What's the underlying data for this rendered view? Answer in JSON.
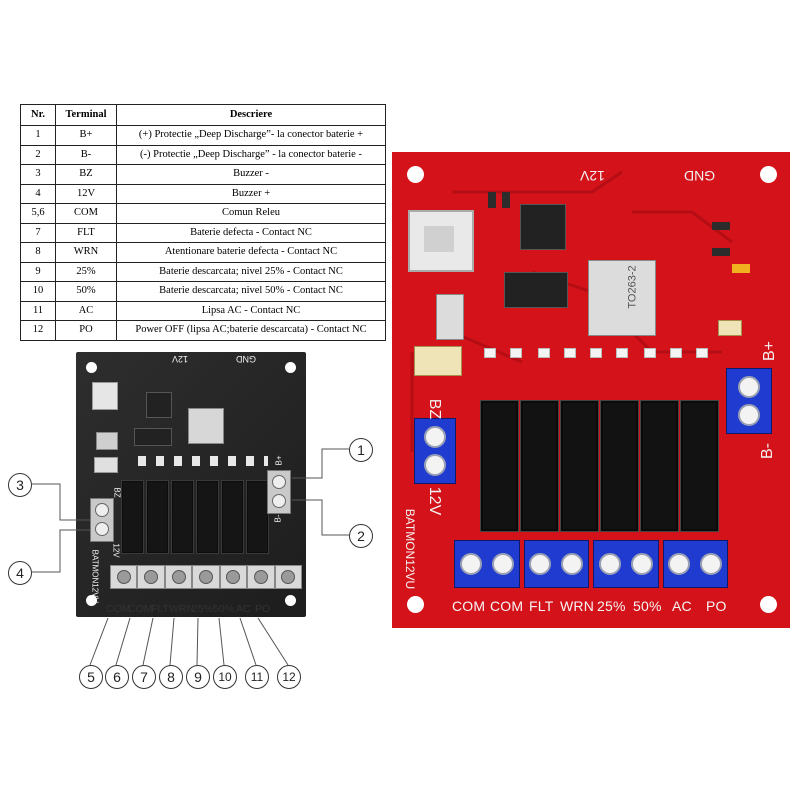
{
  "table": {
    "headers": [
      "Nr.",
      "Terminal",
      "Descriere"
    ],
    "rows": [
      {
        "nr": "1",
        "terminal": "B+",
        "desc": "(+) Protectie „Deep Discharge”- la conector baterie +"
      },
      {
        "nr": "2",
        "terminal": "B-",
        "desc": "(-) Protectie „Deep Discharge” - la conector baterie -"
      },
      {
        "nr": "3",
        "terminal": "BZ",
        "desc": "Buzzer -"
      },
      {
        "nr": "4",
        "terminal": "12V",
        "desc": "Buzzer +"
      },
      {
        "nr": "5,6",
        "terminal": "COM",
        "desc": "Comun Releu"
      },
      {
        "nr": "7",
        "terminal": "FLT",
        "desc": "Baterie defecta - Contact NC"
      },
      {
        "nr": "8",
        "terminal": "WRN",
        "desc": "Atentionare baterie defecta - Contact NC"
      },
      {
        "nr": "9",
        "terminal": "25%",
        "desc": "Baterie descarcata; nivel 25% - Contact NC"
      },
      {
        "nr": "10",
        "terminal": "50%",
        "desc": "Baterie descarcata; nivel 50% - Contact NC"
      },
      {
        "nr": "11",
        "terminal": "AC",
        "desc": "Lipsa AC - Contact NC"
      },
      {
        "nr": "12",
        "terminal": "PO",
        "desc": "Power OFF (lipsa AC;baterie descarcata) - Contact NC"
      }
    ]
  },
  "dark_board": {
    "silk_12v": "12V",
    "silk_gnd": "GND",
    "silk_bplus": "B+",
    "silk_bminus": "B-",
    "silk_bz": "BZ",
    "silk_12v_side": "12V",
    "silk_model": "BATMON12VU",
    "bottom_labels": [
      "COM",
      "COM",
      "FLT",
      "WRN",
      "25%",
      "50%",
      "AC",
      "PO"
    ],
    "callouts": [
      "1",
      "2",
      "3",
      "4",
      "5",
      "6",
      "7",
      "8",
      "9",
      "10",
      "11",
      "12"
    ]
  },
  "red_board": {
    "silk_12v": "12V",
    "silk_gnd": "GND",
    "silk_bplus": "B+",
    "silk_bminus": "B-",
    "silk_bz": "BZ",
    "silk_12v_side": "12V",
    "silk_model": "BATMON12VU",
    "silk_to263": "TO263-2",
    "bottom_labels": [
      "COM",
      "COM",
      "FLT",
      "WRN",
      "25%",
      "50%",
      "AC",
      "PO"
    ]
  },
  "colors": {
    "red_pcb": "#d4121a",
    "dark_pcb": "#262626",
    "terminal_blue": "#1f3bd0"
  }
}
